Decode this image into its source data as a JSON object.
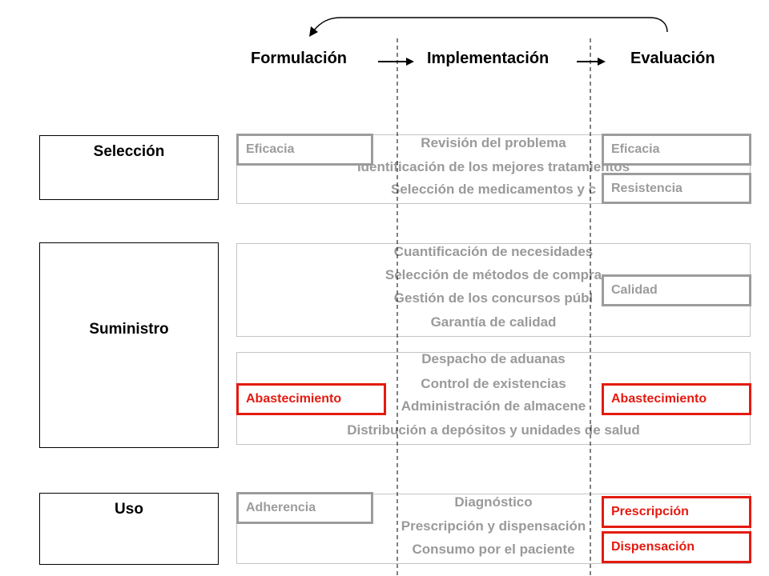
{
  "phases": {
    "formulacion": "Formulación",
    "implementacion": "Implementación",
    "evaluacion": "Evaluación"
  },
  "stages": {
    "seleccion": "Selección",
    "suministro": "Suministro",
    "uso": "Uso"
  },
  "seleccion_box": {
    "lines": [
      "Revisión del problema",
      "Identificación de los mejores tratamientos",
      "Selección de medicamentos y c"
    ]
  },
  "suministro_box_1": {
    "lines": [
      "Cuantificación de necesidades",
      "Selección de métodos de compra",
      "Gestión de los concursos públ",
      "Garantía de calidad"
    ]
  },
  "suministro_box_2": {
    "lines": [
      "Despacho de aduanas",
      "Control de existencias",
      "Administración de almacene",
      "Distribución a depósitos y unidades de salud"
    ]
  },
  "uso_box": {
    "lines": [
      "Diagnóstico",
      "Prescripción y dispensación",
      "Consumo por el paciente"
    ]
  },
  "tags": {
    "eficacia_left": "Eficacia",
    "eficacia_right": "Eficacia",
    "resistencia": "Resistencia",
    "calidad": "Calidad",
    "abastecimiento_left": "Abastecimiento",
    "abastecimiento_right": "Abastecimiento",
    "adherencia": "Adherencia",
    "prescripcion": "Prescripción",
    "dispensacion": "Dispensación"
  },
  "colors": {
    "gray_text": "#9a9a9a",
    "gray_tag": "#9c9c9c",
    "red_tag": "#e41a10"
  }
}
